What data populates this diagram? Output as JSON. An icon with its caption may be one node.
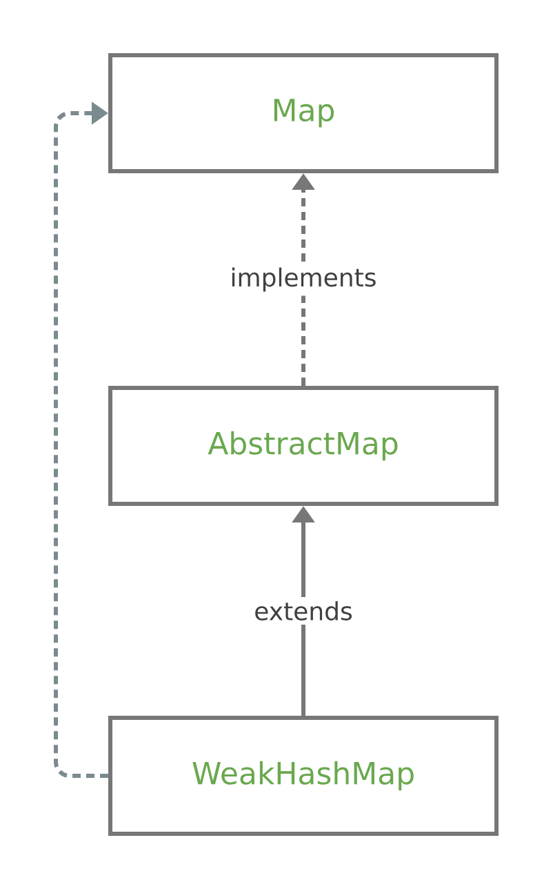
{
  "diagram": {
    "nodes": [
      {
        "text": [
          "Map"
        ]
      },
      {
        "text": [
          "AbstractMap"
        ]
      },
      {
        "text": [
          "WeakHashMap"
        ]
      }
    ],
    "edges": [
      {
        "from": 1,
        "to": 0,
        "arrow": "to",
        "label": "implements",
        "style": "dashed"
      },
      {
        "from": 2,
        "to": 1,
        "arrow": "to",
        "label": "extends"
      },
      {
        "from": 2,
        "to": 0,
        "arrow": "to",
        "style": "dashed",
        "color": "#7b8a8e"
      }
    ]
  }
}
